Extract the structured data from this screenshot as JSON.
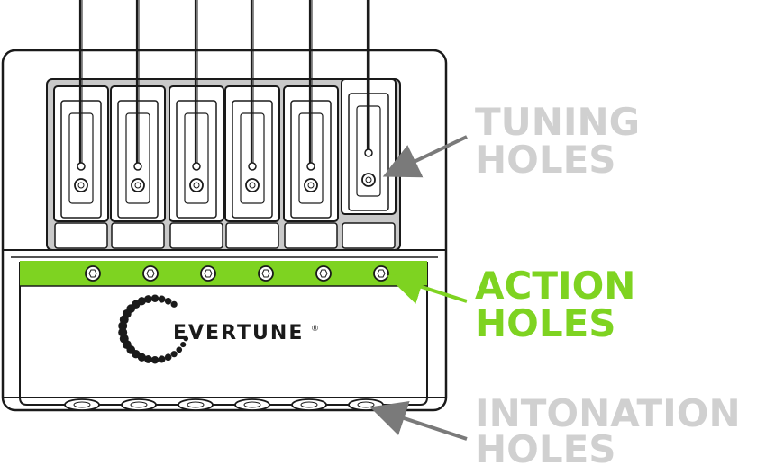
{
  "colors": {
    "background": "#ffffff",
    "outline": "#1a1a1a",
    "plate_fill": "#ffffff",
    "saddle_well": "#c9c9c9",
    "action_green": "#7ed321",
    "label_gray": "#d0d0d0",
    "arrow_gray": "#7a7a7a",
    "label_green": "#7ed321"
  },
  "logo": {
    "brand": "EVERTUNE",
    "mark": "®"
  },
  "labels": {
    "tuning": {
      "line1": "TUNING",
      "line2": "HOLES"
    },
    "action": {
      "line1": "ACTION",
      "line2": "HOLES"
    },
    "intonation": {
      "line1": "INTONATION",
      "line2": "HOLES"
    }
  },
  "icons": {
    "tuning_arrow": "arrow-left-icon",
    "action_arrow": "arrow-left-icon",
    "intonation_arrow": "arrow-left-icon",
    "logo_dots": "dotted-circle-logo-icon"
  }
}
